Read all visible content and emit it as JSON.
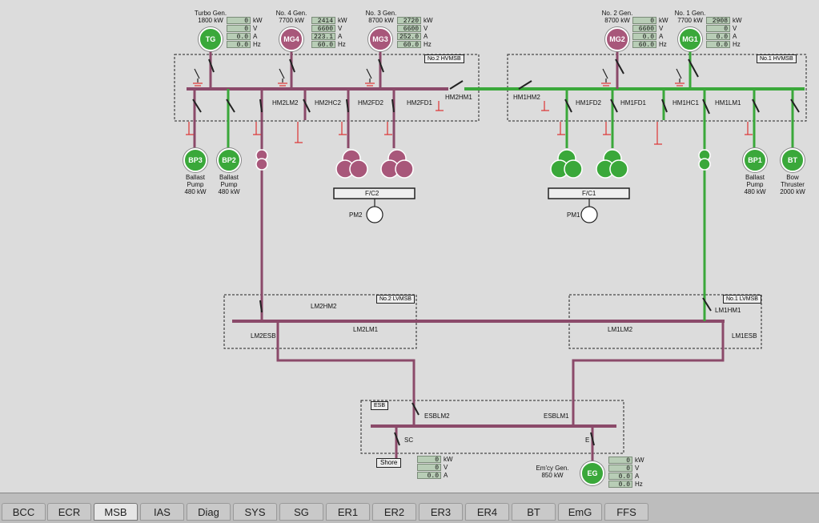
{
  "colors": {
    "live": "#3aa83a",
    "dead": "#a8577a",
    "bus_dead": "#8b4a6a"
  },
  "generators": [
    {
      "id": "TG",
      "name": "Turbo Gen.",
      "rating": "1800 kW",
      "kw": "0",
      "v": "0",
      "a": "0.0",
      "hz": "0.0",
      "state": "on"
    },
    {
      "id": "MG4",
      "name": "No. 4 Gen.",
      "rating": "7700 kW",
      "kw": "2414",
      "v": "6600",
      "a": "223.1",
      "hz": "60.0",
      "state": "off"
    },
    {
      "id": "MG3",
      "name": "No. 3 Gen.",
      "rating": "8700 kW",
      "kw": "2720",
      "v": "6600",
      "a": "252.0",
      "hz": "60.0",
      "state": "off"
    },
    {
      "id": "MG2",
      "name": "No. 2 Gen.",
      "rating": "8700 kW",
      "kw": "0",
      "v": "6600",
      "a": "0.0",
      "hz": "60.0",
      "state": "off"
    },
    {
      "id": "MG1",
      "name": "No. 1 Gen.",
      "rating": "7700 kW",
      "kw": "2908",
      "v": "0",
      "a": "0.0",
      "hz": "0.0",
      "state": "on"
    }
  ],
  "units": {
    "kw": "kW",
    "v": "V",
    "a": "A",
    "hz": "Hz"
  },
  "switchboards": {
    "hv2": "No.2 HVMSB",
    "hv1": "No.1 HVMSB",
    "lv2": "No.2 LVMSB",
    "lv1": "No.1 LVMSB",
    "esb": "ESB"
  },
  "breakers": {
    "hm2lm2": "HM2LM2",
    "hm2hc2": "HM2HC2",
    "hm2fd2": "HM2FD2",
    "hm2fd1": "HM2FD1",
    "hm2hm1": "HM2HM1",
    "hm1hm2": "HM1HM2",
    "hm1fd2": "HM1FD2",
    "hm1fd1": "HM1FD1",
    "hm1hc1": "HM1HC1",
    "hm1lm1": "HM1LM1",
    "lm2hm2": "LM2HM2",
    "lm2esb": "LM2ESB",
    "lm2lm1": "LM2LM1",
    "lm1lm2": "LM1LM2",
    "lm1hm1": "LM1HM1",
    "lm1esb": "LM1ESB",
    "esblm2": "ESBLM2",
    "esblm1": "ESBLM1",
    "sc": "SC",
    "e": "E"
  },
  "consumers": [
    {
      "id": "BP3",
      "line1": "Ballast",
      "line2": "Pump",
      "line3": "480 kW"
    },
    {
      "id": "BP2",
      "line1": "Ballast",
      "line2": "Pump",
      "line3": "480 kW"
    },
    {
      "id": "BP1",
      "line1": "Ballast",
      "line2": "Pump",
      "line3": "480 kW"
    },
    {
      "id": "BT",
      "line1": "Bow",
      "line2": "Thruster",
      "line3": "2000 kW"
    }
  ],
  "fc2": "F/C2",
  "fc1": "F/C1",
  "pm2": "PM2",
  "pm1": "PM1",
  "shore": {
    "label": "Shore",
    "kw": "0",
    "v": "0",
    "a": "0.0"
  },
  "emcy": {
    "id": "EG",
    "name": "Em'cy Gen.",
    "rating": "850 kW",
    "kw": "0",
    "v": "0",
    "a": "0.0",
    "hz": "0.0"
  },
  "tabs": [
    "BCC",
    "ECR",
    "MSB",
    "IAS",
    "Diag",
    "SYS",
    "SG",
    "ER1",
    "ER2",
    "ER3",
    "ER4",
    "BT",
    "EmG",
    "FFS"
  ],
  "active_tab": "MSB"
}
